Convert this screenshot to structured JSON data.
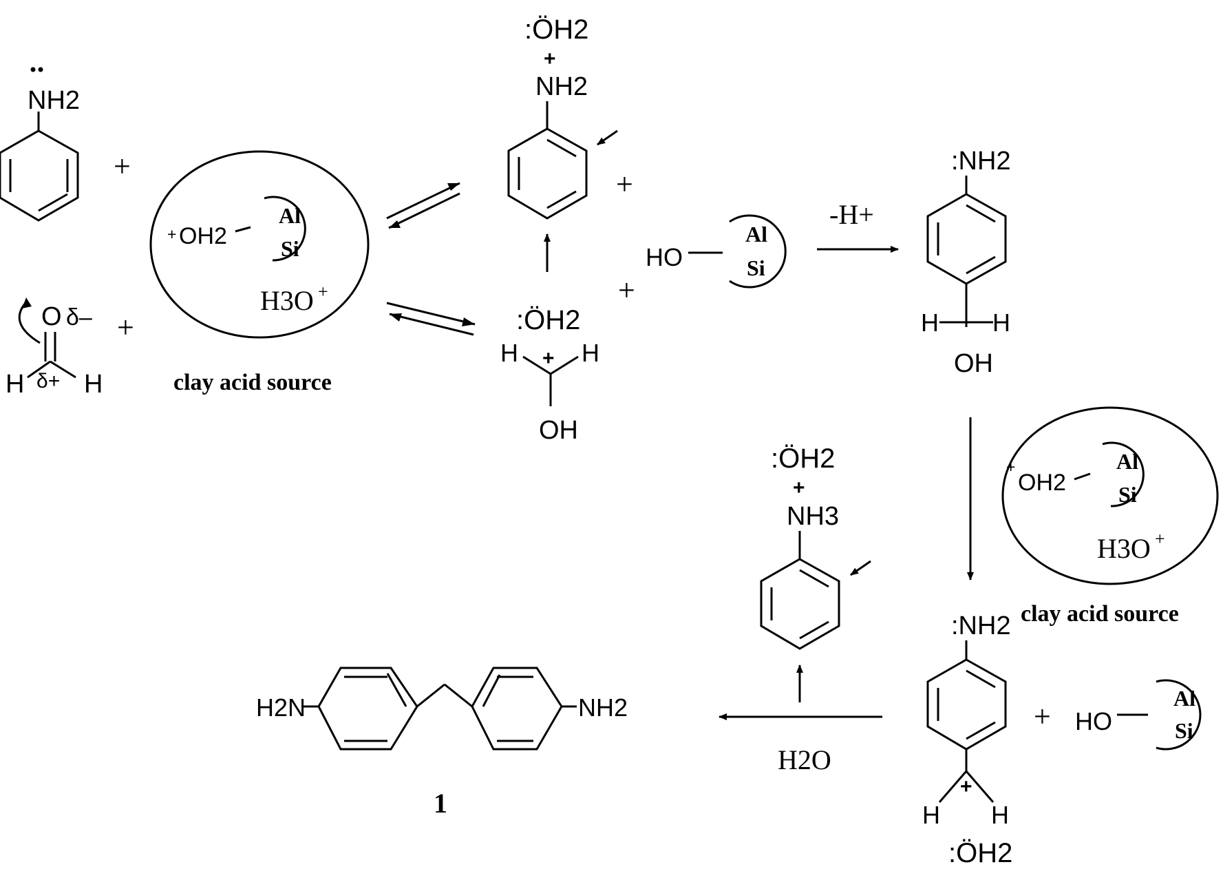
{
  "chart_data": {
    "type": "diagram",
    "title": "",
    "species": {
      "aniline": {
        "group": "NH2"
      },
      "formaldehyde": {
        "O": "O",
        "H": "H",
        "delta_minus": "δ–",
        "delta_plus": "δ+"
      },
      "clay": {
        "oh2": "OH2",
        "al": "Al",
        "si": "Si",
        "h3o": "H3O",
        "caption": "clay acid source"
      },
      "clay_oh": {
        "ho": "HO",
        "al": "Al",
        "si": "Si"
      },
      "protonated_aniline": {
        "water": ":ÖH2",
        "group": "NH2",
        "charge": "+"
      },
      "protonated_aniline_2": {
        "water": ":ÖH2",
        "group": "NH3",
        "charge": "+"
      },
      "hydroxymethyl_cation": {
        "water": ":ÖH2",
        "h": "H",
        "oh": "OH",
        "charge": "+"
      },
      "aminobenzyl_alcohol": {
        "group": ":NH2",
        "h": "H",
        "oh": "OH"
      },
      "aminobenzyl_cation": {
        "group": ":NH2",
        "h": "H",
        "water": ":ÖH2",
        "charge": "+"
      },
      "product": {
        "left": "H2N",
        "right": "NH2",
        "label": "1"
      }
    },
    "conditions": {
      "deprotonation": "-H+",
      "water": "H2O"
    },
    "operators": {
      "plus": "+"
    }
  }
}
